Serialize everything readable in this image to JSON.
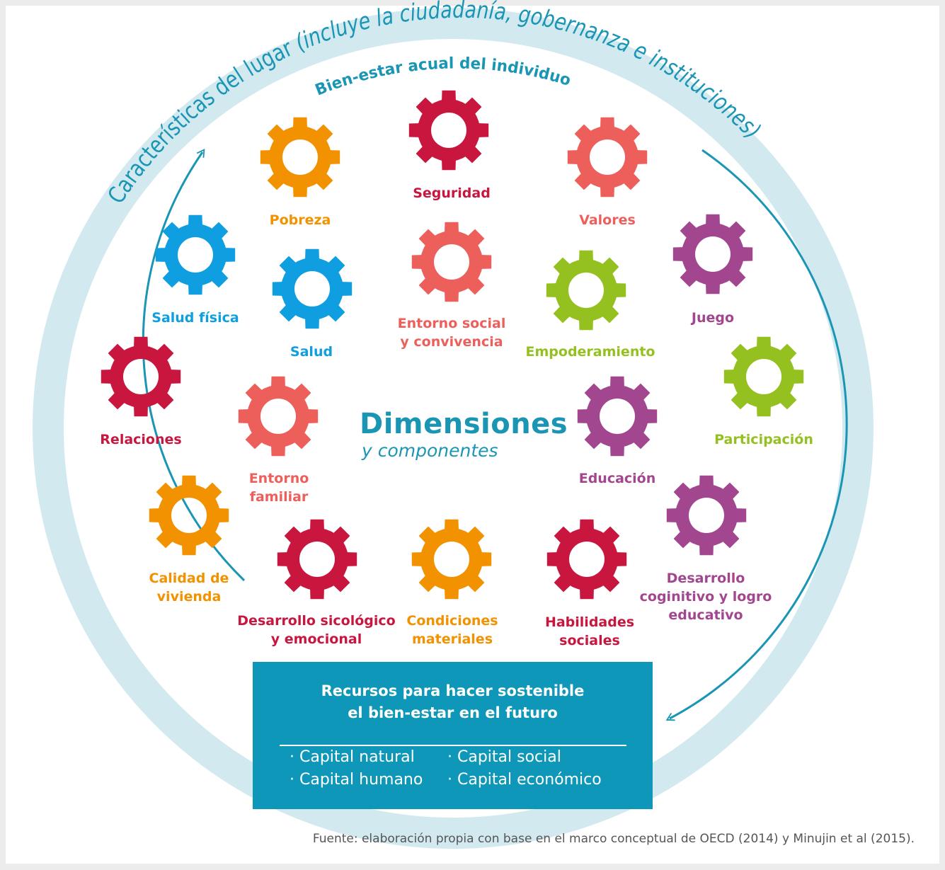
{
  "outer_ring": {
    "label_bold": "Características del lugar",
    "label_italic": " (incluye la ciudadanía, gobernanza e instituciones)",
    "color": "#d3e9f0",
    "text_color": "#1a96b4"
  },
  "inner_label": "Bien-estar acual del individuo",
  "center": {
    "title": "Dimensiones",
    "subtitle": "y componentes"
  },
  "colors": {
    "orange": "#f39200",
    "crimson": "#c8163f",
    "coral": "#ec5f5b",
    "blue": "#0f9ee0",
    "purple": "#a2478f",
    "green": "#94c11f",
    "teal": "#0e97b8"
  },
  "gears": [
    {
      "label": "Pobreza",
      "color": "orange"
    },
    {
      "label": "Seguridad",
      "color": "crimson"
    },
    {
      "label": "Valores",
      "color": "coral"
    },
    {
      "label": "Salud física",
      "color": "blue"
    },
    {
      "label": "Salud",
      "color": "blue"
    },
    {
      "label": "Entorno social\ny convivencia",
      "color": "coral"
    },
    {
      "label": "Empoderamiento",
      "color": "green"
    },
    {
      "label": "Juego",
      "color": "purple"
    },
    {
      "label": "Relaciones",
      "color": "crimson"
    },
    {
      "label": "Entorno\nfamiliar",
      "color": "coral"
    },
    {
      "label": "Educación",
      "color": "purple"
    },
    {
      "label": "Participación",
      "color": "green"
    },
    {
      "label": "Calidad de\nvivienda",
      "color": "orange"
    },
    {
      "label": "Desarrollo sicológico\ny emocional",
      "color": "crimson"
    },
    {
      "label": "Condiciones\nmateriales",
      "color": "orange"
    },
    {
      "label": "Habilidades\nsociales",
      "color": "crimson"
    },
    {
      "label": "Desarrollo\ncoginitivo y logro\neducativo",
      "color": "purple"
    }
  ],
  "resources": {
    "title": "Recursos para hacer sostenible\nel bien-estar en el futuro",
    "items": [
      "Capital natural",
      "Capital social",
      "Capital humano",
      "Capital económico"
    ]
  },
  "source": "Fuente: elaboración propia con base en el marco conceptual de OECD (2014) y Minujin et al (2015)."
}
